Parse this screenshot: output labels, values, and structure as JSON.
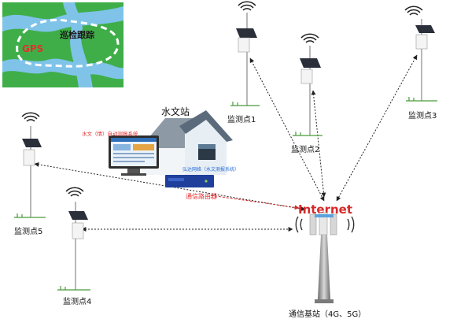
{
  "map_inset": {
    "gps_label": "GPS",
    "patrol_label": "巡检跟踪"
  },
  "hydro_station": {
    "title": "水文站",
    "system_label": "水文（情）自动测报系统",
    "software_label": "弘达网络（水文测报系统）",
    "router_label": "通信路由器"
  },
  "network": {
    "internet_label": "Internet",
    "base_station_label": "通信基站（4G、5G）"
  },
  "monitoring_points": [
    {
      "label": "监测点1"
    },
    {
      "label": "监测点2"
    },
    {
      "label": "监测点3"
    },
    {
      "label": "监测点4"
    },
    {
      "label": "监测点5"
    }
  ],
  "colors": {
    "map_water": "#7fc3e9",
    "map_land": "#3fae49",
    "gps_red": "#e0312b",
    "internet_red": "#d42a2a",
    "router_blue": "#1f3f9a",
    "label_red": "#e33030",
    "link_line": "#222222"
  }
}
